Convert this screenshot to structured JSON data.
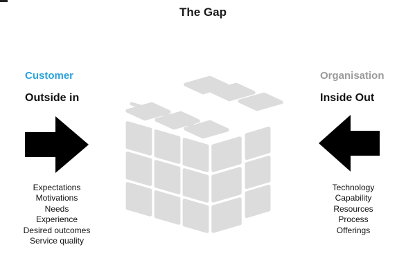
{
  "title": "The Gap",
  "left": {
    "heading": "Customer",
    "subheading": "Outside in",
    "items": [
      "Expectations",
      "Motivations",
      "Needs",
      "Experience",
      "Desired outcomes",
      "Service quality"
    ]
  },
  "right": {
    "heading": "Organisation",
    "subheading": "Inside Out",
    "items": [
      "Technology",
      "Capability",
      "Resources",
      "Process",
      "Offerings"
    ]
  },
  "colors": {
    "customer_heading": "#2aa3dc",
    "organisation_heading": "#9a9a9a",
    "arrow": "#000000",
    "cube_face": "#dcdcdc"
  }
}
